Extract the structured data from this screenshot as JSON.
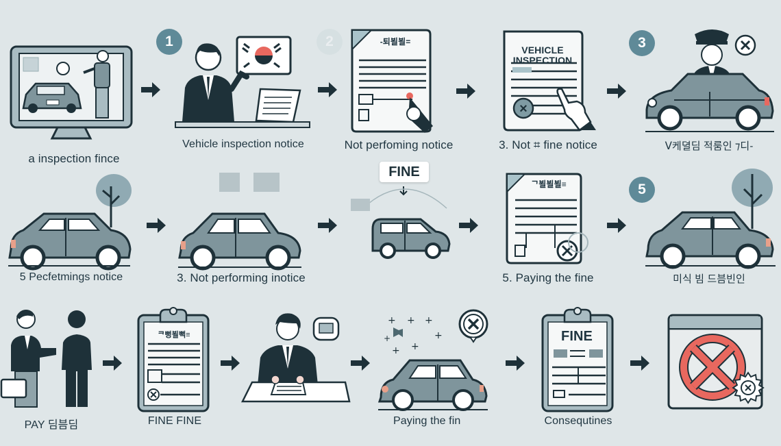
{
  "colors": {
    "background": "#dfe6e8",
    "ink": "#1e3139",
    "car_body": "#7f959c",
    "badge": "#5f8a98",
    "accent_red": "#e8685f",
    "tree": "#90aab3",
    "paper": "#f6f8f8"
  },
  "rows": [
    {
      "steps": [
        {
          "icon": "monitor-car-inspection-icon",
          "label": "a inspection fince"
        },
        {
          "badge": "1",
          "icon": "official-with-flag-icon",
          "label": "Vehicle inspection notice"
        },
        {
          "badge": "2",
          "icon": "document-pen-icon",
          "doc_header": "-퇴뵐뵐=",
          "label": "Not perfoming notice"
        },
        {
          "icon": "inspection-document-icon",
          "doc_header": "VEHICLE INSPECTION",
          "label": "3. Not ⌗ fine notice"
        },
        {
          "badge": "3",
          "icon": "officer-in-car-icon",
          "label": "ᐯ케뎔딤 적룸인 ⁊디-"
        }
      ]
    },
    {
      "steps": [
        {
          "icon": "car-with-tree-icon",
          "label": "5  Pecfetmings notice"
        },
        {
          "icon": "car-icon",
          "label": "3. Not performing inotice"
        },
        {
          "icon": "car-fine-sign-icon",
          "sign": "FINE",
          "label": ""
        },
        {
          "icon": "document-x-stamp-icon",
          "doc_header": "ᄀ뵐뵐뵐≡",
          "label": "5. Paying the fine"
        },
        {
          "badge": "5",
          "icon": "car-with-tree-icon",
          "label": "미식 빔 드븜빈인"
        }
      ]
    },
    {
      "steps": [
        {
          "icon": "two-people-briefcase-icon",
          "label": "PAY 딤븜딤"
        },
        {
          "icon": "clipboard-document-icon",
          "doc_header": "ᄏ뻥뵐뻑≡",
          "label": "FINE FINE"
        },
        {
          "icon": "official-at-desk-icon",
          "label": ""
        },
        {
          "icon": "car-cancel-icon",
          "label": "Paying the fin"
        },
        {
          "icon": "clipboard-fine-icon",
          "doc_header": "FINE",
          "label": "Consequtines"
        },
        {
          "icon": "window-prohibited-icon",
          "label": ""
        }
      ]
    }
  ]
}
